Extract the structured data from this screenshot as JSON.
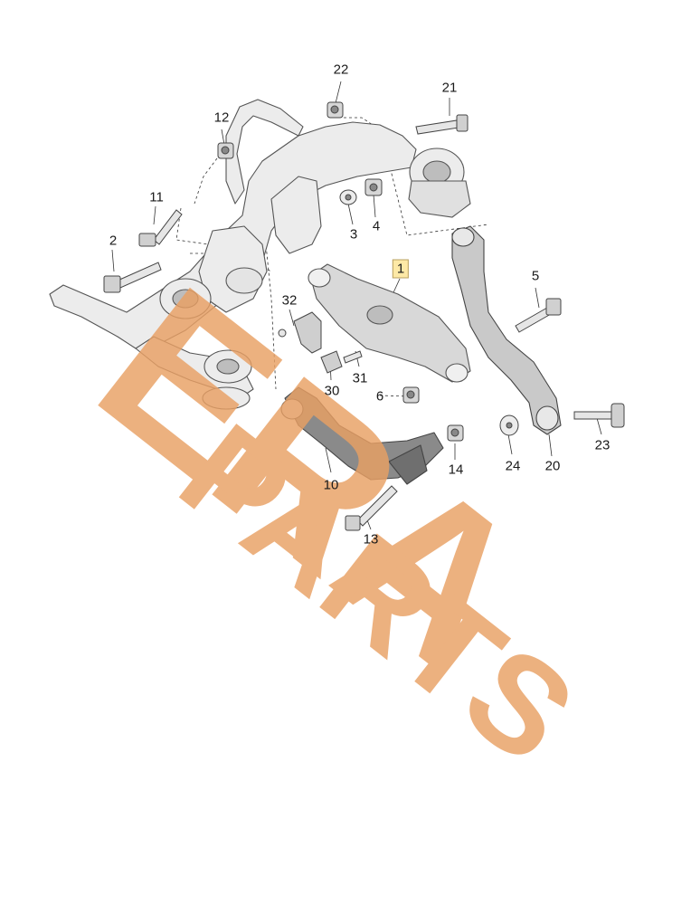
{
  "diagram": {
    "callouts": [
      {
        "id": "1",
        "highlighted": true
      },
      {
        "id": "2"
      },
      {
        "id": "3"
      },
      {
        "id": "4"
      },
      {
        "id": "5"
      },
      {
        "id": "6"
      },
      {
        "id": "10"
      },
      {
        "id": "11"
      },
      {
        "id": "12"
      },
      {
        "id": "13"
      },
      {
        "id": "14"
      },
      {
        "id": "20"
      },
      {
        "id": "21"
      },
      {
        "id": "22"
      },
      {
        "id": "23"
      },
      {
        "id": "24"
      },
      {
        "id": "30"
      },
      {
        "id": "31"
      },
      {
        "id": "32"
      }
    ]
  },
  "watermark": {
    "line1": "ERA",
    "line2": "PARTS",
    "color": "#e9a064"
  },
  "colors": {
    "highlight": "#fde9a6",
    "part_fill": "#ececec",
    "part_stroke": "#555555",
    "dark_part": "#8a8a8a"
  }
}
